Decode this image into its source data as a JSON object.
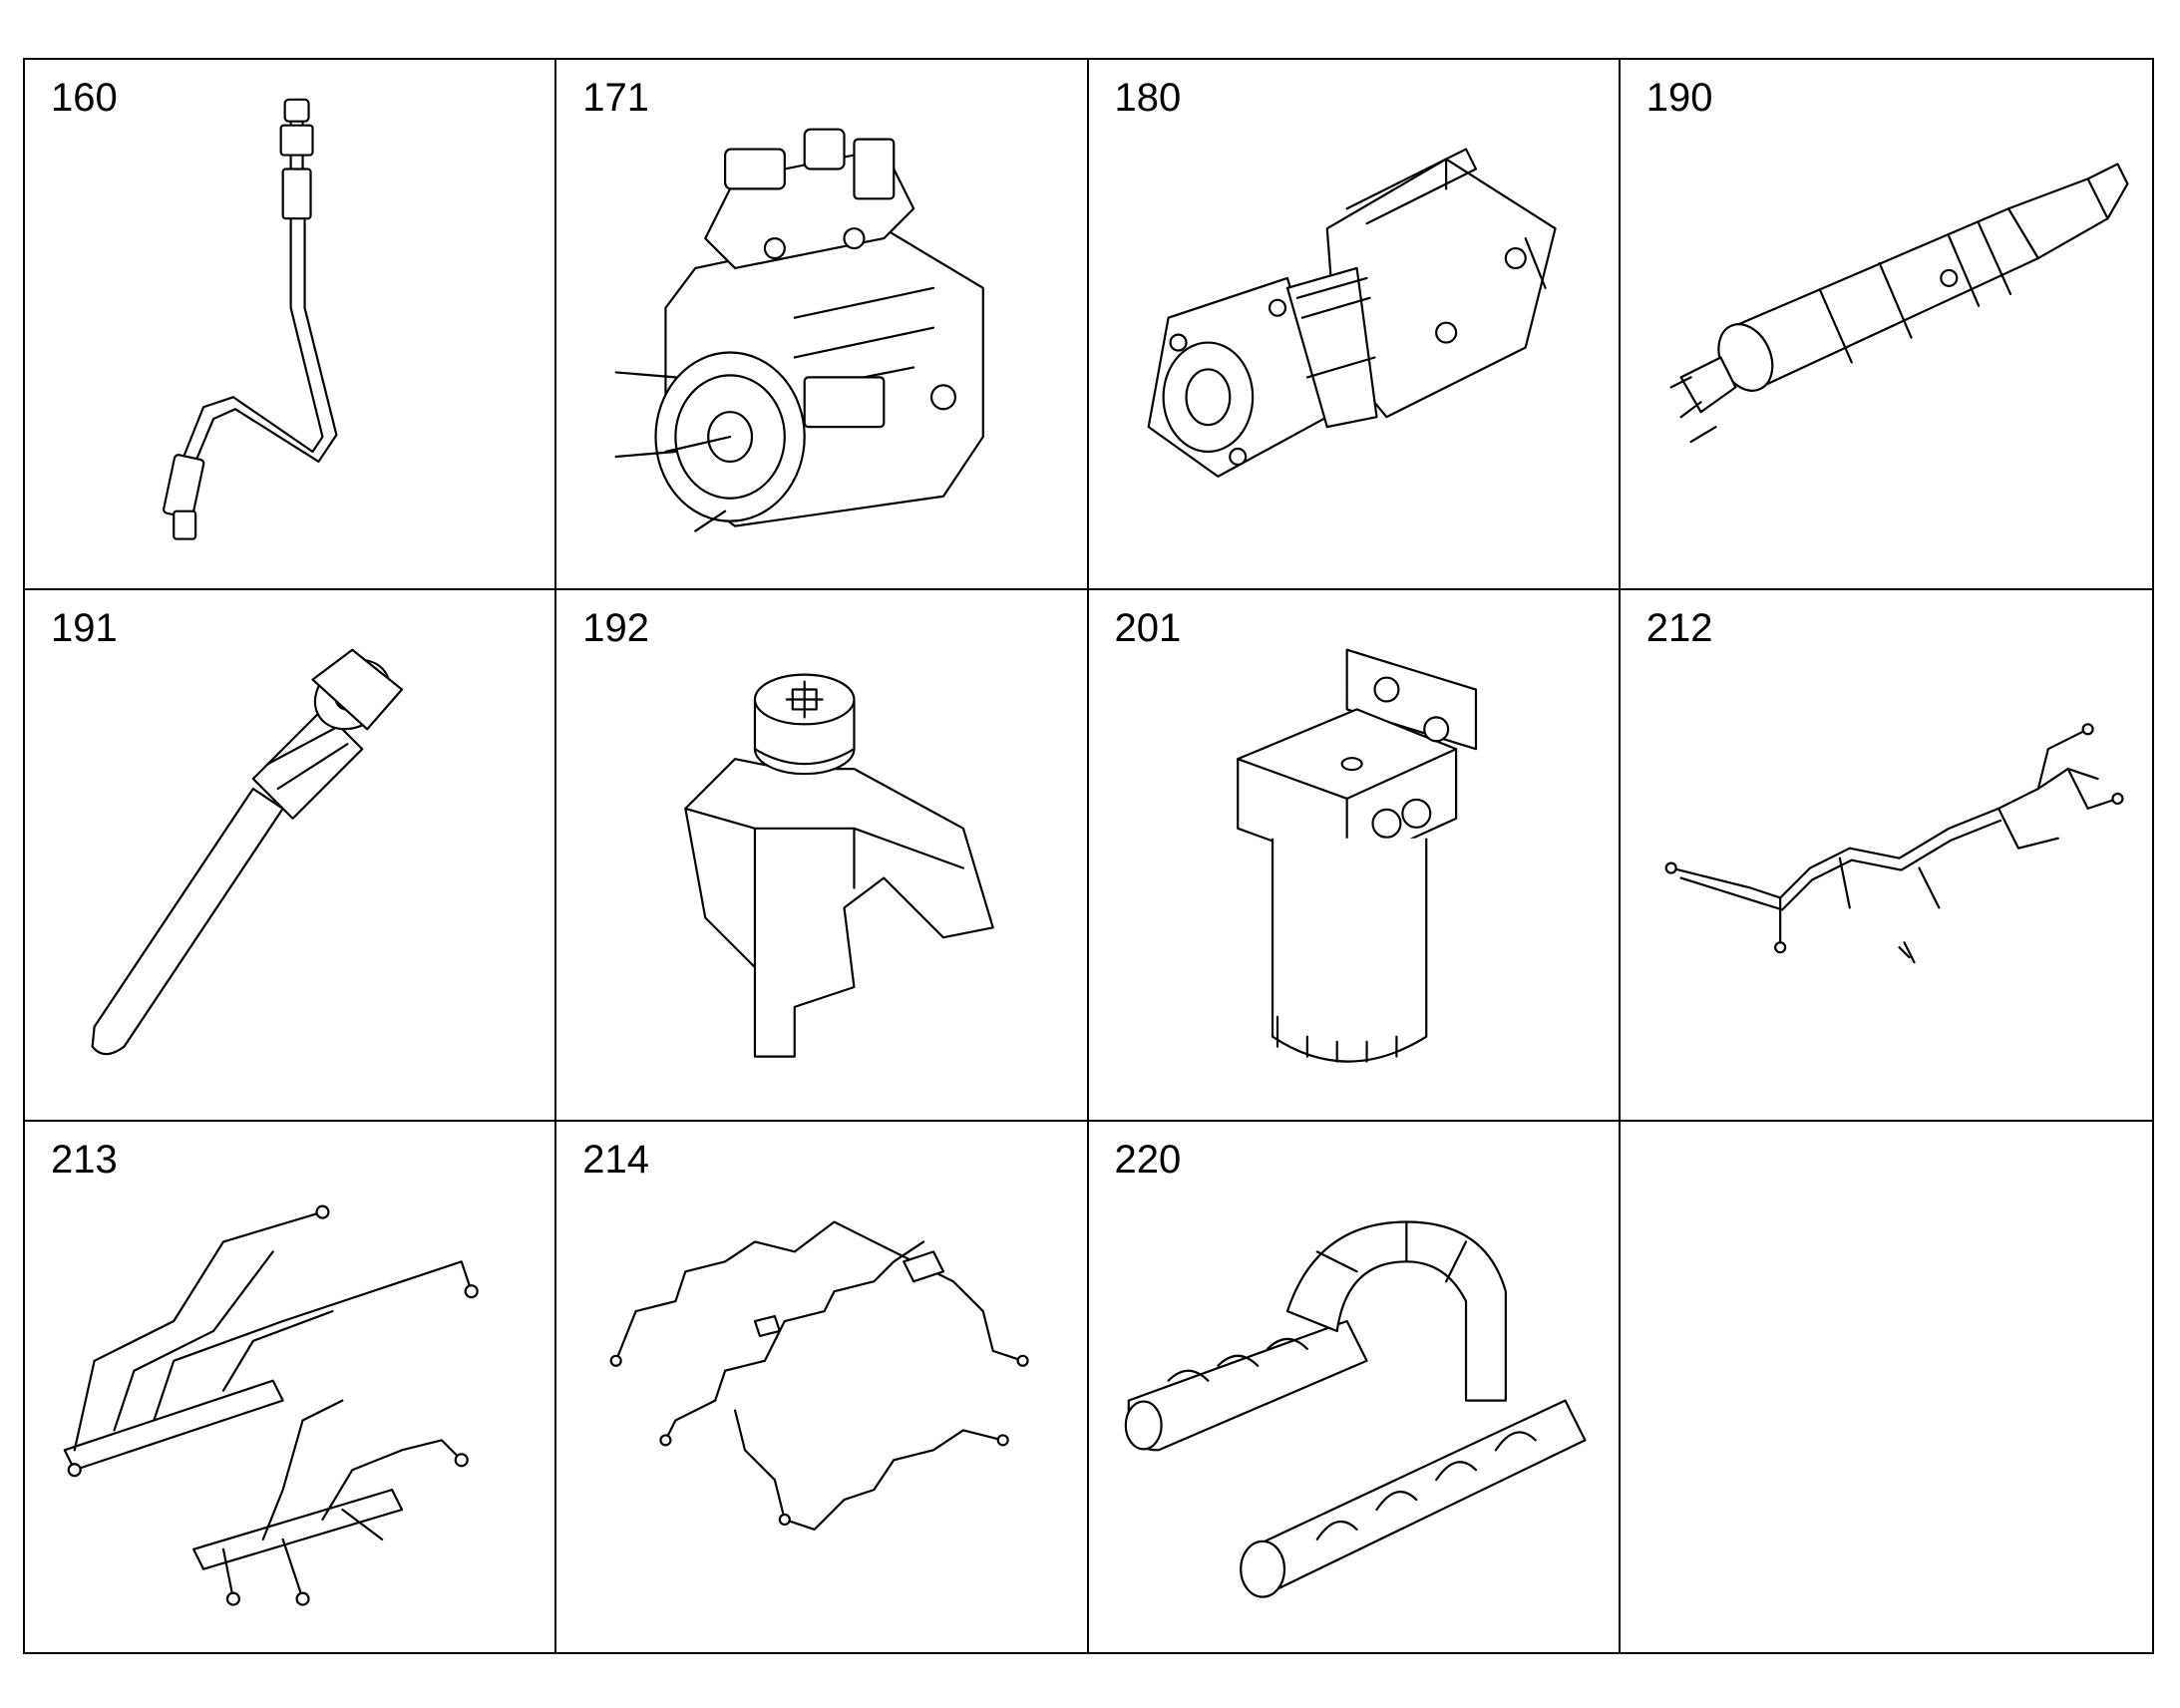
{
  "cells": [
    {
      "number": "160",
      "icon": "fuel-line-icon"
    },
    {
      "number": "171",
      "icon": "high-pressure-pump-icon"
    },
    {
      "number": "180",
      "icon": "pump-housing-icon"
    },
    {
      "number": "190",
      "icon": "injector-icon"
    },
    {
      "number": "191",
      "icon": "injector-nozzle-icon"
    },
    {
      "number": "192",
      "icon": "clamp-icon"
    },
    {
      "number": "201",
      "icon": "fuel-filter-icon"
    },
    {
      "number": "212",
      "icon": "fuel-line-set-icon"
    },
    {
      "number": "213",
      "icon": "fuel-rail-lines-icon"
    },
    {
      "number": "214",
      "icon": "leak-off-lines-icon"
    },
    {
      "number": "220",
      "icon": "intake-manifold-icon"
    },
    {
      "number": "",
      "icon": ""
    }
  ]
}
